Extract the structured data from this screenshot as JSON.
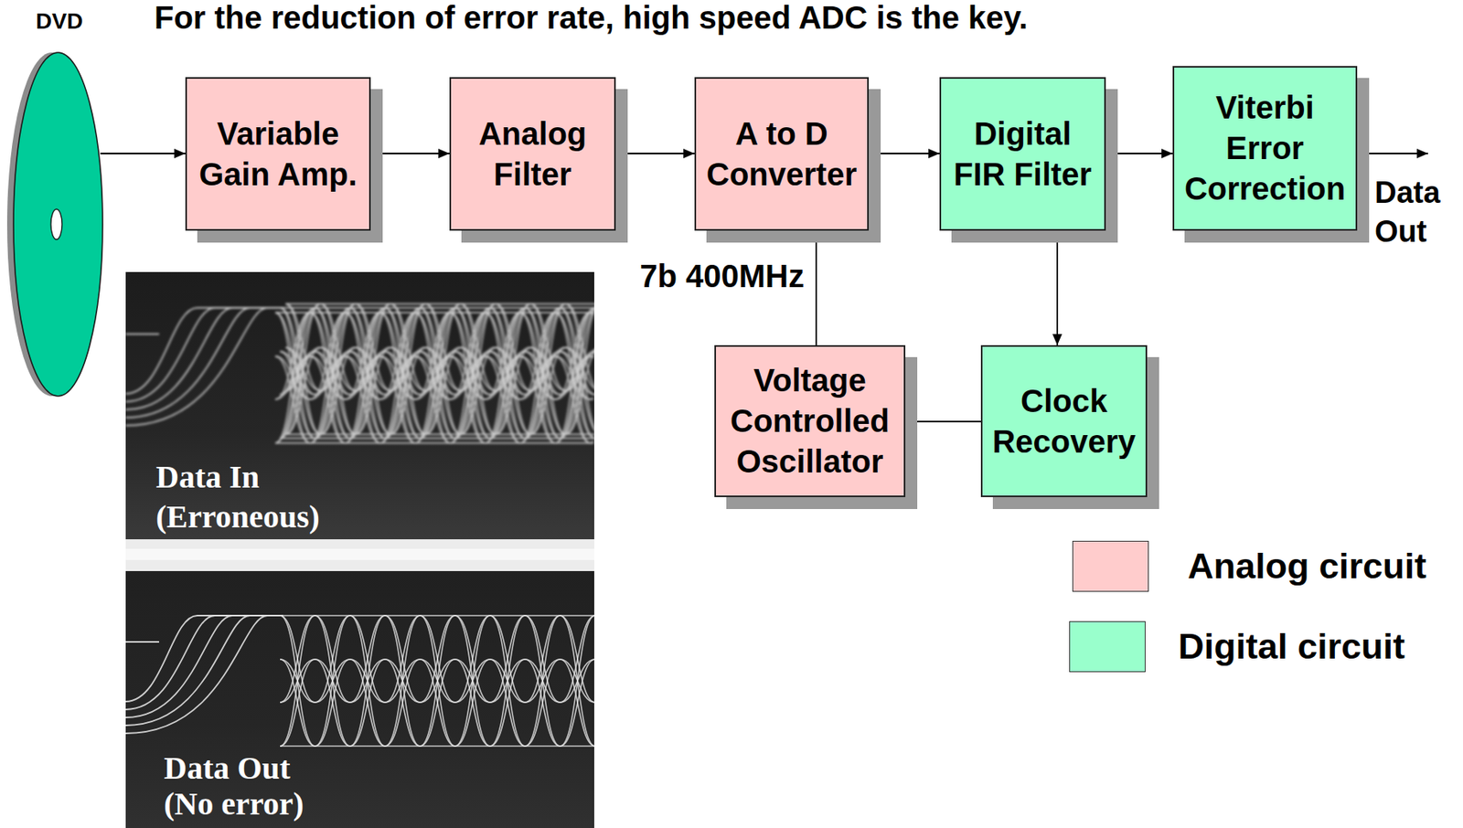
{
  "diagram": {
    "title": "For the reduction of error rate, high speed ADC is the key.",
    "nodes": [
      {
        "text": [
          "DVD"
        ]
      },
      {
        "text": [
          "Variable Gain Amp."
        ]
      },
      {
        "text": [
          "Analog Filter"
        ]
      },
      {
        "text": [
          "A to D Converter"
        ]
      },
      {
        "text": [
          "Digital FIR Filter"
        ]
      },
      {
        "text": [
          "Viterbi Error Correction"
        ]
      },
      {
        "text": [
          "Voltage Controlled Oscillator"
        ]
      },
      {
        "text": [
          "Clock Recovery"
        ]
      }
    ],
    "edges": [
      {
        "from": 0,
        "to": 1,
        "arrow": "to"
      },
      {
        "from": 1,
        "to": 2,
        "arrow": "to"
      },
      {
        "from": 2,
        "to": 3,
        "arrow": "to"
      },
      {
        "from": 3,
        "to": 4,
        "arrow": "to"
      },
      {
        "from": 4,
        "to": 5,
        "arrow": "to"
      },
      {
        "from": 4,
        "to": 7,
        "arrow": "to"
      },
      {
        "from": 7,
        "to": 6,
        "arrow": "to"
      },
      {
        "from": 6,
        "to": 3,
        "label": "7b 400MHz",
        "arrow": "to"
      }
    ],
    "labels": [
      "Data Out",
      "Data In (Erroneous)",
      "Data Out (No error)"
    ],
    "legend": [
      {
        "text": "Analog circuit",
        "color": "#ffcccc"
      },
      {
        "text": "Digital circuit",
        "color": "#99ffcc"
      }
    ]
  }
}
